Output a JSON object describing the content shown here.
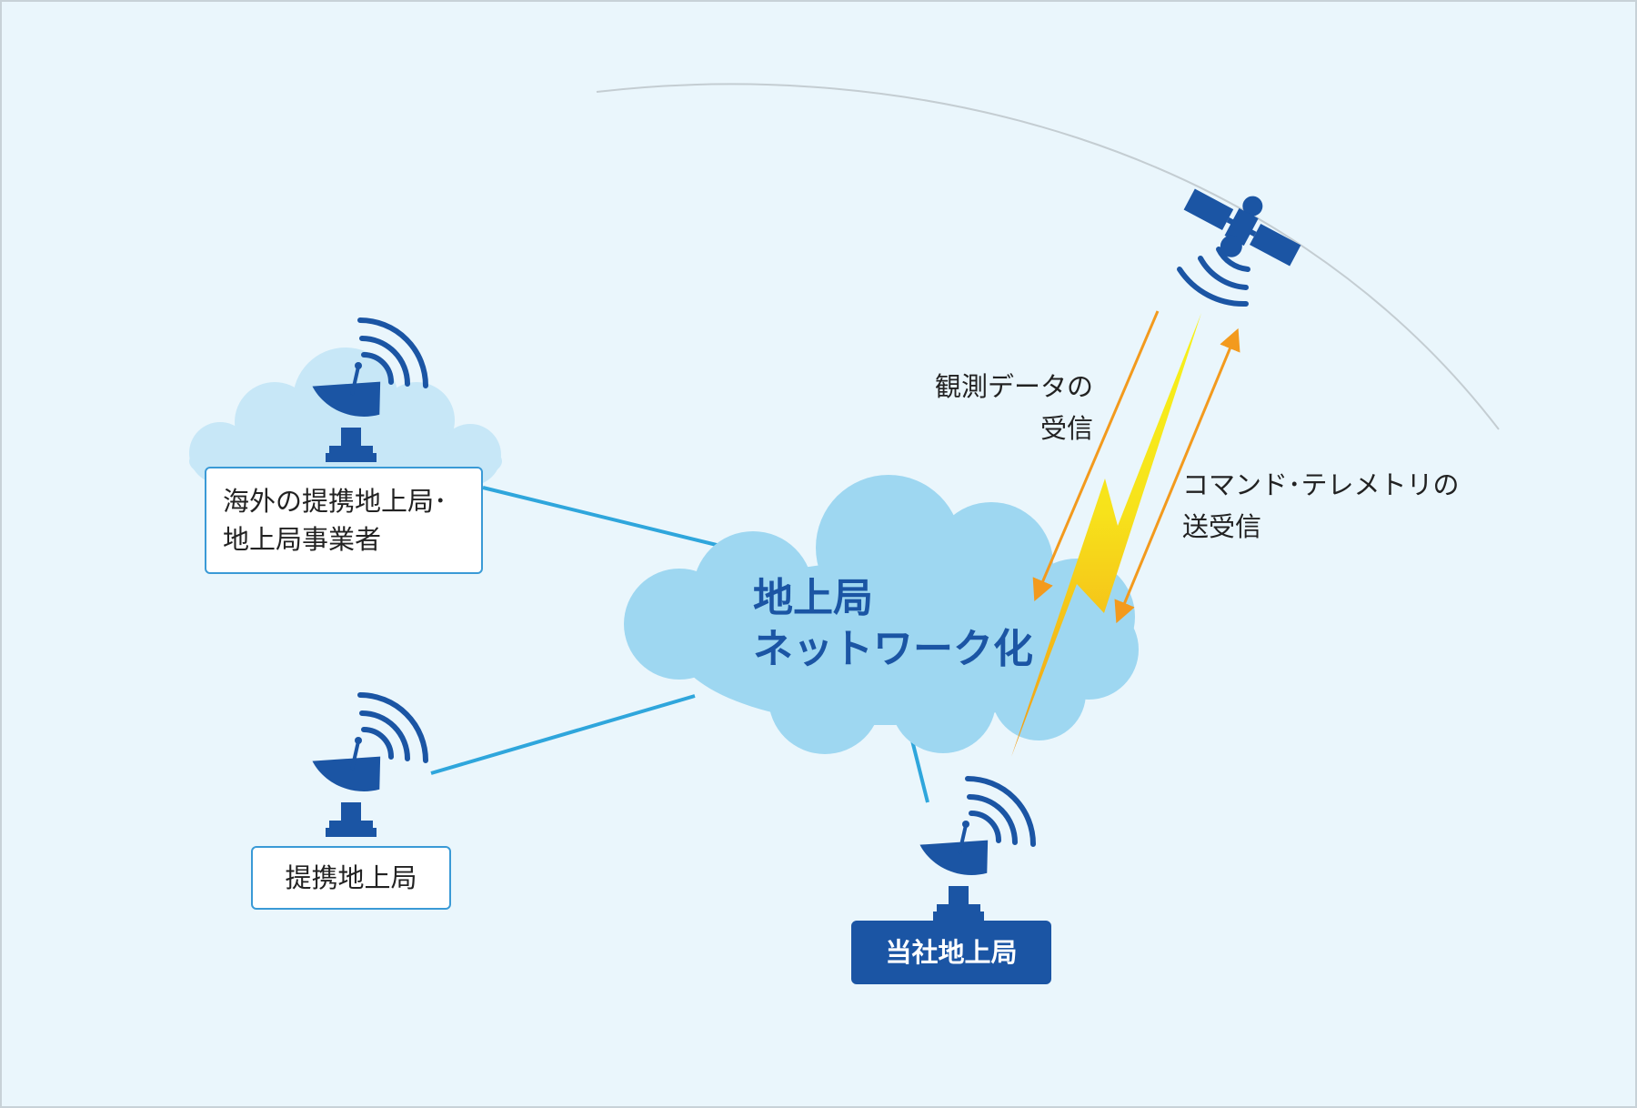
{
  "network_cloud": {
    "line1": "地上局",
    "line2": "ネットワーク化"
  },
  "stations": {
    "overseas": {
      "line1": "海外の提携地上局･",
      "line2": "地上局事業者"
    },
    "partner": {
      "label": "提携地上局"
    },
    "own": {
      "label": "当社地上局"
    }
  },
  "links": {
    "observation": {
      "line1": "観測データの",
      "line2": "受信"
    },
    "command": {
      "line1": "コマンド･テレメトリの",
      "line2": "送受信"
    }
  },
  "colors": {
    "background": "#eaf6fc",
    "cloud_main": "#9ed7f1",
    "cloud_small": "#c7e7f7",
    "accent": "#1b55a4",
    "connector": "#2fa6dc",
    "arrow": "#f39a1d",
    "lightning": "#f7e21b"
  },
  "icons": [
    "satellite-icon",
    "parabolic-antenna-icon",
    "signal-waves-icon",
    "lightning-icon"
  ]
}
